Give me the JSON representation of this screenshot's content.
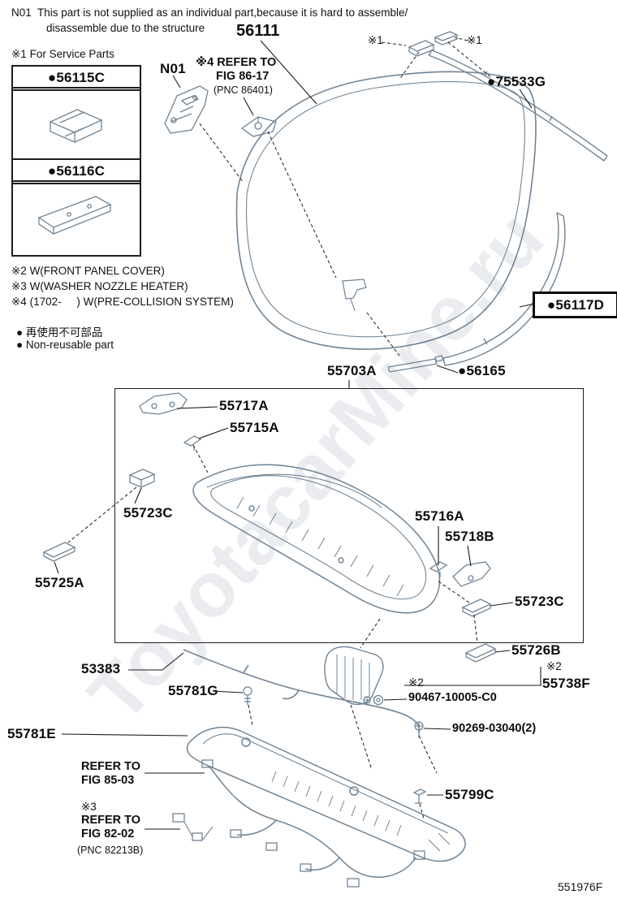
{
  "header": {
    "n01_note_line1": "N01  This part is not supplied as an individual part,because it is hard to assemble/",
    "n01_note_line2": "disassemble due to the structure",
    "service_parts_note": "※1 For Service Parts"
  },
  "service_boxes": {
    "box1_label": "●56115C",
    "box2_label": "●56116C"
  },
  "notes": {
    "note2": "※2 W(FRONT PANEL COVER)",
    "note3": "※3 W(WASHER NOZZLE HEATER)",
    "note4": "※4 (1702-     ) W(PRE-COLLISION SYSTEM)",
    "nonreusable_jp": "● 再使用不可部品",
    "nonreusable_en": "● Non-reusable part"
  },
  "parts": {
    "glass": "56111",
    "n01": "N01",
    "refer_86_17_l1": "※4 REFER TO",
    "refer_86_17_l2": "FIG 86-17",
    "refer_86_17_l3": "(PNC 86401)",
    "star1_left": "※1",
    "star1_right": "※1",
    "molding_upper": "●75533G",
    "molding_side": "●56117D",
    "cowl_top_panel": "55703A",
    "glass_dam": "●56165",
    "bracket_55717A": "55717A",
    "clip_55715A": "55715A",
    "clip_55723C_left": "55723C",
    "clip_55716A": "55716A",
    "bracket_55718B": "55718B",
    "pad_55723C_right": "55723C",
    "pad_55725A": "55725A",
    "pad_55726B": "55726B",
    "hose_53383": "53383",
    "screw_55781G": "55781G",
    "star2_right": "※2",
    "louver_bracket_55738F": "55738F",
    "star2_center": "※2",
    "grommet_90467": "90467-10005-C0",
    "louver_55781E": "55781E",
    "screw_90269": "90269-03040(2)",
    "refer_85_03_l1": "REFER TO",
    "refer_85_03_l2": "FIG 85-03",
    "clip_55799C": "55799C",
    "star3": "※3",
    "refer_82_02_l1": "REFER TO",
    "refer_82_02_l2": "FIG 82-02",
    "refer_82_02_l3": "(PNC 82213B)"
  },
  "footer": {
    "code": "551976F"
  },
  "watermark": "ToyotacarMine.ru",
  "colors": {
    "art_line": "#6f8496",
    "leader_line": "#1a1a1a",
    "label_text": "#111111"
  }
}
